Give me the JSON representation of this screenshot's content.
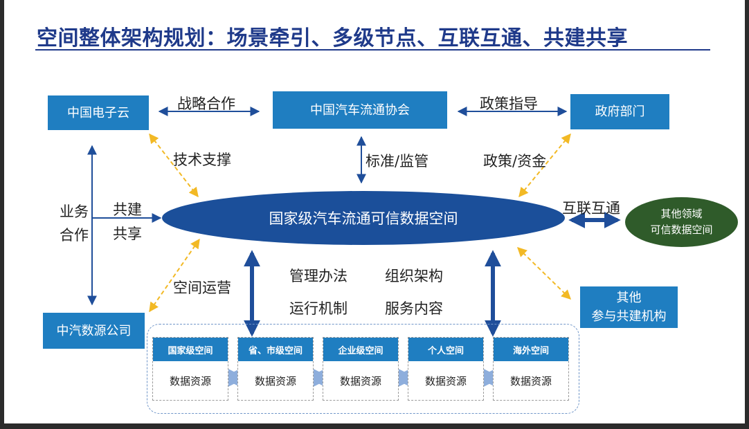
{
  "title": "空间整体架构规划：场景牵引、多级节点、互联互通、共建共享",
  "nodes": {
    "cloud": "中国电子云",
    "assoc": "中国汽车流通协会",
    "gov": "政府部门",
    "zhongqi": "中汽数源公司",
    "other_line1": "其他",
    "other_line2": "参与共建机构",
    "center": "国家级汽车流通可信数据空间",
    "other_domain_line1": "其他领域",
    "other_domain_line2": "可信数据空间"
  },
  "edges": {
    "strategy": "战略合作",
    "policy_guide": "政策指导",
    "tech": "技术支撑",
    "standard": "标准/监管",
    "policy_fund": "政策/资金",
    "biz1": "业务",
    "biz2": "合作",
    "co1": "共建",
    "co2": "共享",
    "interconnect": "互联互通",
    "ops": "空间运营"
  },
  "rules": {
    "r1": "管理办法",
    "r2": "组织架构",
    "r3": "运行机制",
    "r4": "服务内容"
  },
  "subspaces": [
    {
      "head": "国家级空间",
      "body": "数据资源"
    },
    {
      "head": "省、市级空间",
      "body": "数据资源"
    },
    {
      "head": "企业级空间",
      "body": "数据资源"
    },
    {
      "head": "个人空间",
      "body": "数据资源"
    },
    {
      "head": "海外空间",
      "body": "数据资源"
    }
  ],
  "colors": {
    "title": "#1f3a8a",
    "box": "#1f7ec1",
    "center": "#1b4f9a",
    "green": "#2f5b2a",
    "dashed_arrow": "#f2b925",
    "solid_arrow": "#1f4e9a"
  }
}
